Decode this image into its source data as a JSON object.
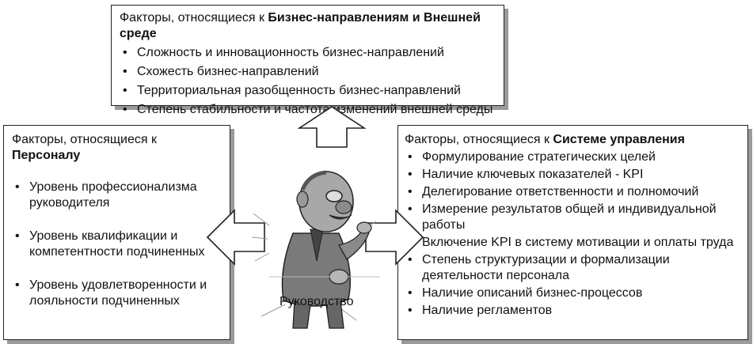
{
  "top_box": {
    "title_prefix": "Факторы, относящиеся к ",
    "title_bold": "Бизнес-направлениям и Внешней среде",
    "items": [
      "Сложность и инновационность бизнес-направлений",
      "Схожесть бизнес-направлений",
      "Территориальная разобщенность бизнес-направлений",
      "Степень стабильности и частота изменений внешней среды"
    ]
  },
  "left_box": {
    "title_prefix": "Факторы, относящиеся к ",
    "title_bold": "Персоналу",
    "items": [
      "Уровень профессионализма руководителя",
      "Уровень квалификации и компетентности подчиненных",
      "Уровень удовлетворенности и лояльности подчиненных"
    ]
  },
  "right_box": {
    "title_prefix": "Факторы, относящиеся к ",
    "title_bold": "Системе управления",
    "items": [
      "Формулирование стратегических целей",
      "Наличие ключевых показателей - KPI",
      "Делегирование ответственности и полномочий",
      "Измерение результатов  общей и индивидуальной работы",
      "Включение KPI в систему мотивации и оплаты труда",
      "Степень структуризации и формализации деятельности персонала",
      "Наличие описаний бизнес-процессов",
      "Наличие регламентов"
    ]
  },
  "center": {
    "label": "Руководство",
    "icon": "manager-figure-icon"
  }
}
